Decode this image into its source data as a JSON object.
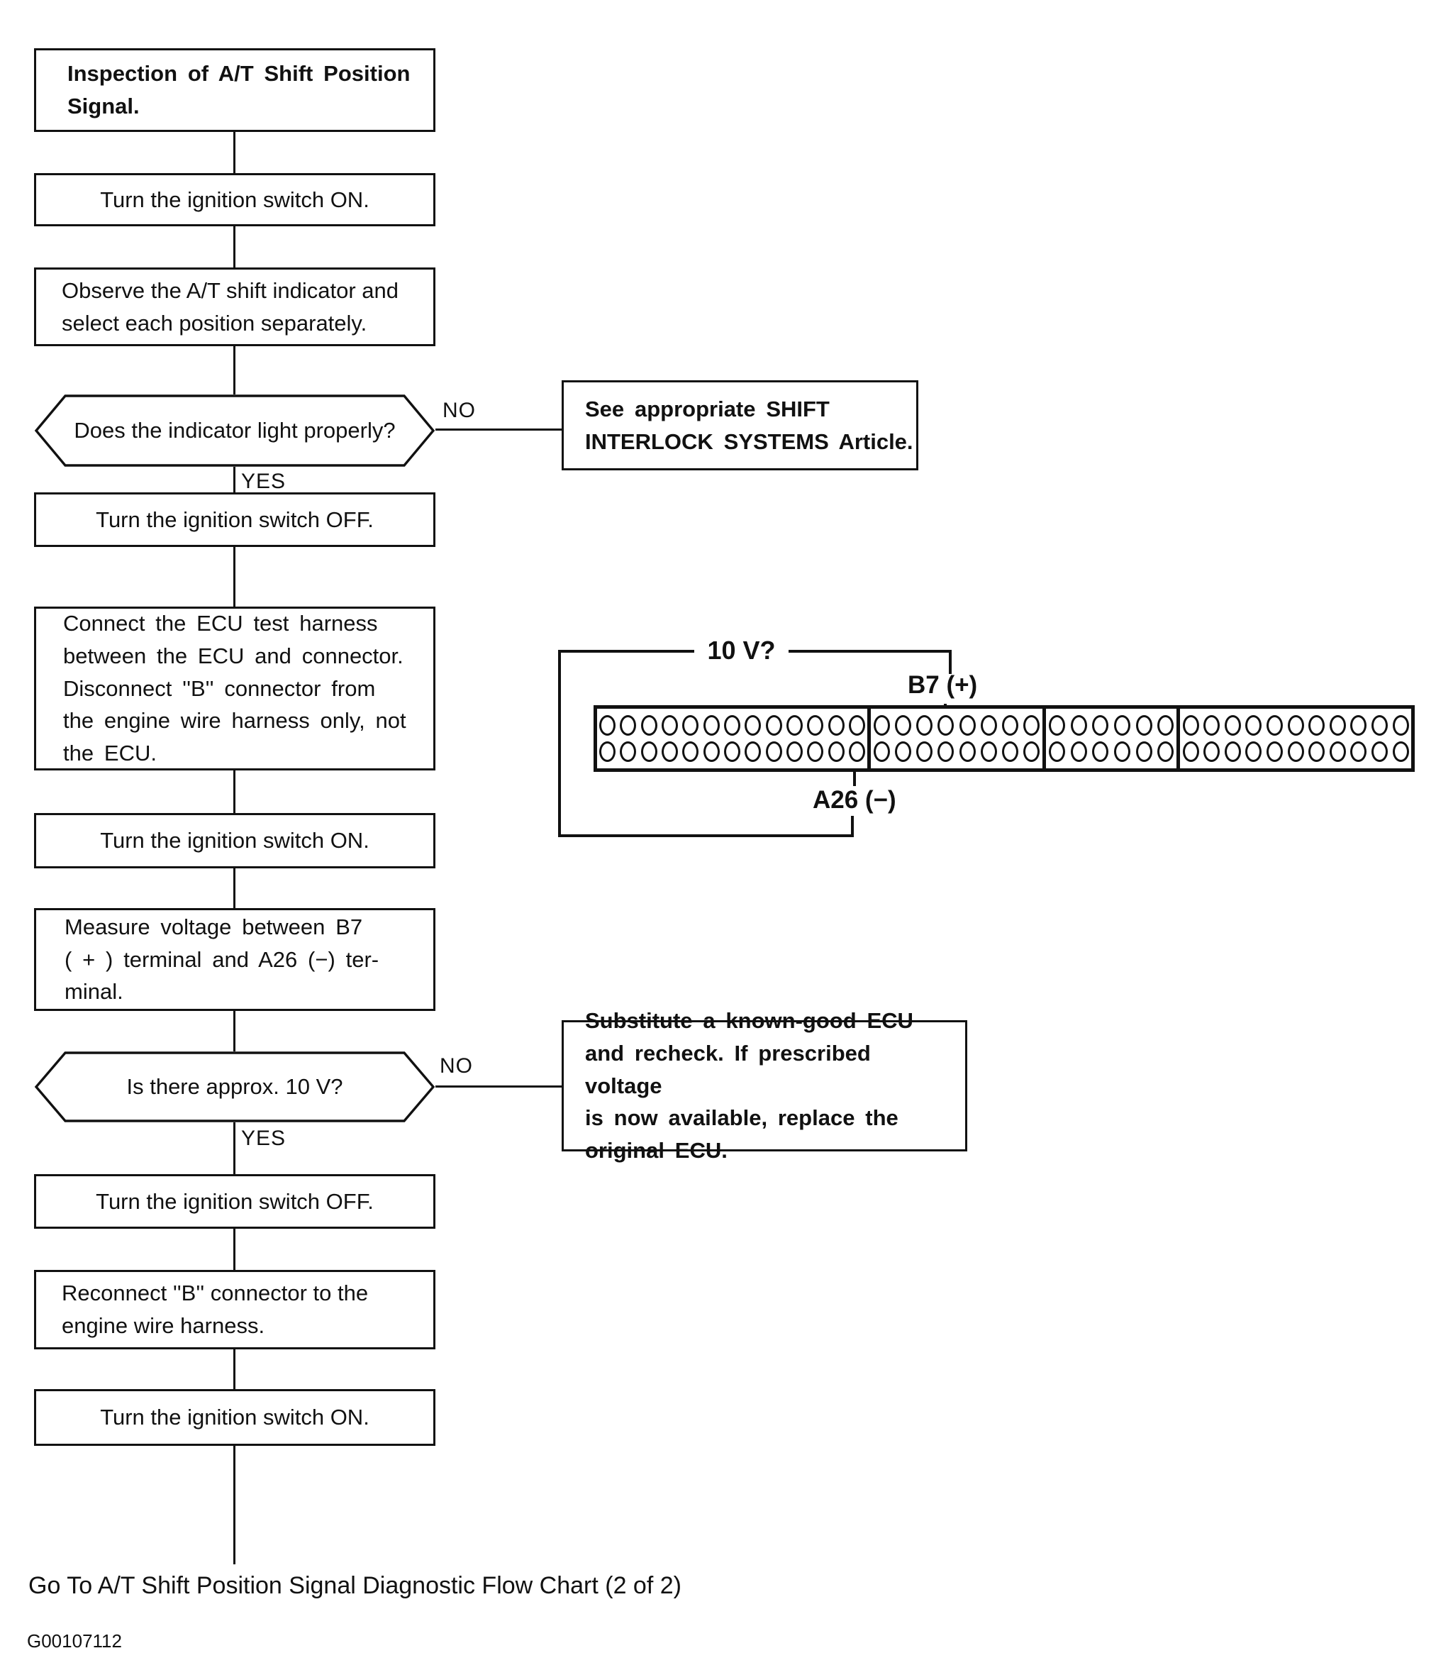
{
  "page": {
    "caption": "Go To A/T Shift Position Signal Diagnostic Flow Chart (2 of 2)",
    "figure_id": "G00107112"
  },
  "colors": {
    "ink": "#111111",
    "paper": "#ffffff"
  },
  "flowchart": {
    "nodes": {
      "title": "Inspection of A/T Shift Position\nSignal.",
      "ignition_on_1": "Turn the ignition switch ON.",
      "observe_indicator": "Observe the A/T shift indicator and\nselect each position separately.",
      "q_indicator_light": "Does the indicator light properly?",
      "see_interlock": "See appropriate SHIFT\nINTERLOCK SYSTEMS Article.",
      "ignition_off_1": "Turn the ignition switch OFF.",
      "connect_harness": "Connect the ECU test harness\nbetween the ECU and connector.\nDisconnect ''B'' connector from\nthe engine wire harness only, not\nthe ECU.",
      "ignition_on_2": "Turn the ignition switch ON.",
      "measure_voltage": "Measure voltage between B7\n( + ) terminal and A26 (−) ter-\nminal.",
      "q_approx_10v": "Is there approx. 10 V?",
      "substitute_ecu": "Substitute a known-good ECU\nand recheck. If prescribed voltage\nis now available, replace the\noriginal ECU.",
      "ignition_off_2": "Turn the ignition switch OFF.",
      "reconnect_b": "Reconnect ''B'' connector to the\nengine wire harness.",
      "ignition_on_3": "Turn the ignition switch ON."
    },
    "branch_labels": {
      "yes_1": "YES",
      "no_1": "NO",
      "yes_2": "YES",
      "no_2": "NO"
    }
  },
  "connector": {
    "voltage_question": "10 V?",
    "b7_label": "B7 (+)",
    "a26_label": "A26 (−)",
    "rows_per_segment": 2,
    "segments": [
      {
        "name": "segment-1",
        "pins_per_row": 13
      },
      {
        "name": "segment-2",
        "pins_per_row": 8
      },
      {
        "name": "segment-3",
        "pins_per_row": 6
      },
      {
        "name": "segment-4",
        "pins_per_row": 11
      }
    ],
    "b7_pin": {
      "segment": 2,
      "row": 1,
      "index": 4
    },
    "a26_pin": {
      "segment": 1,
      "row": 2,
      "index": 13
    }
  }
}
